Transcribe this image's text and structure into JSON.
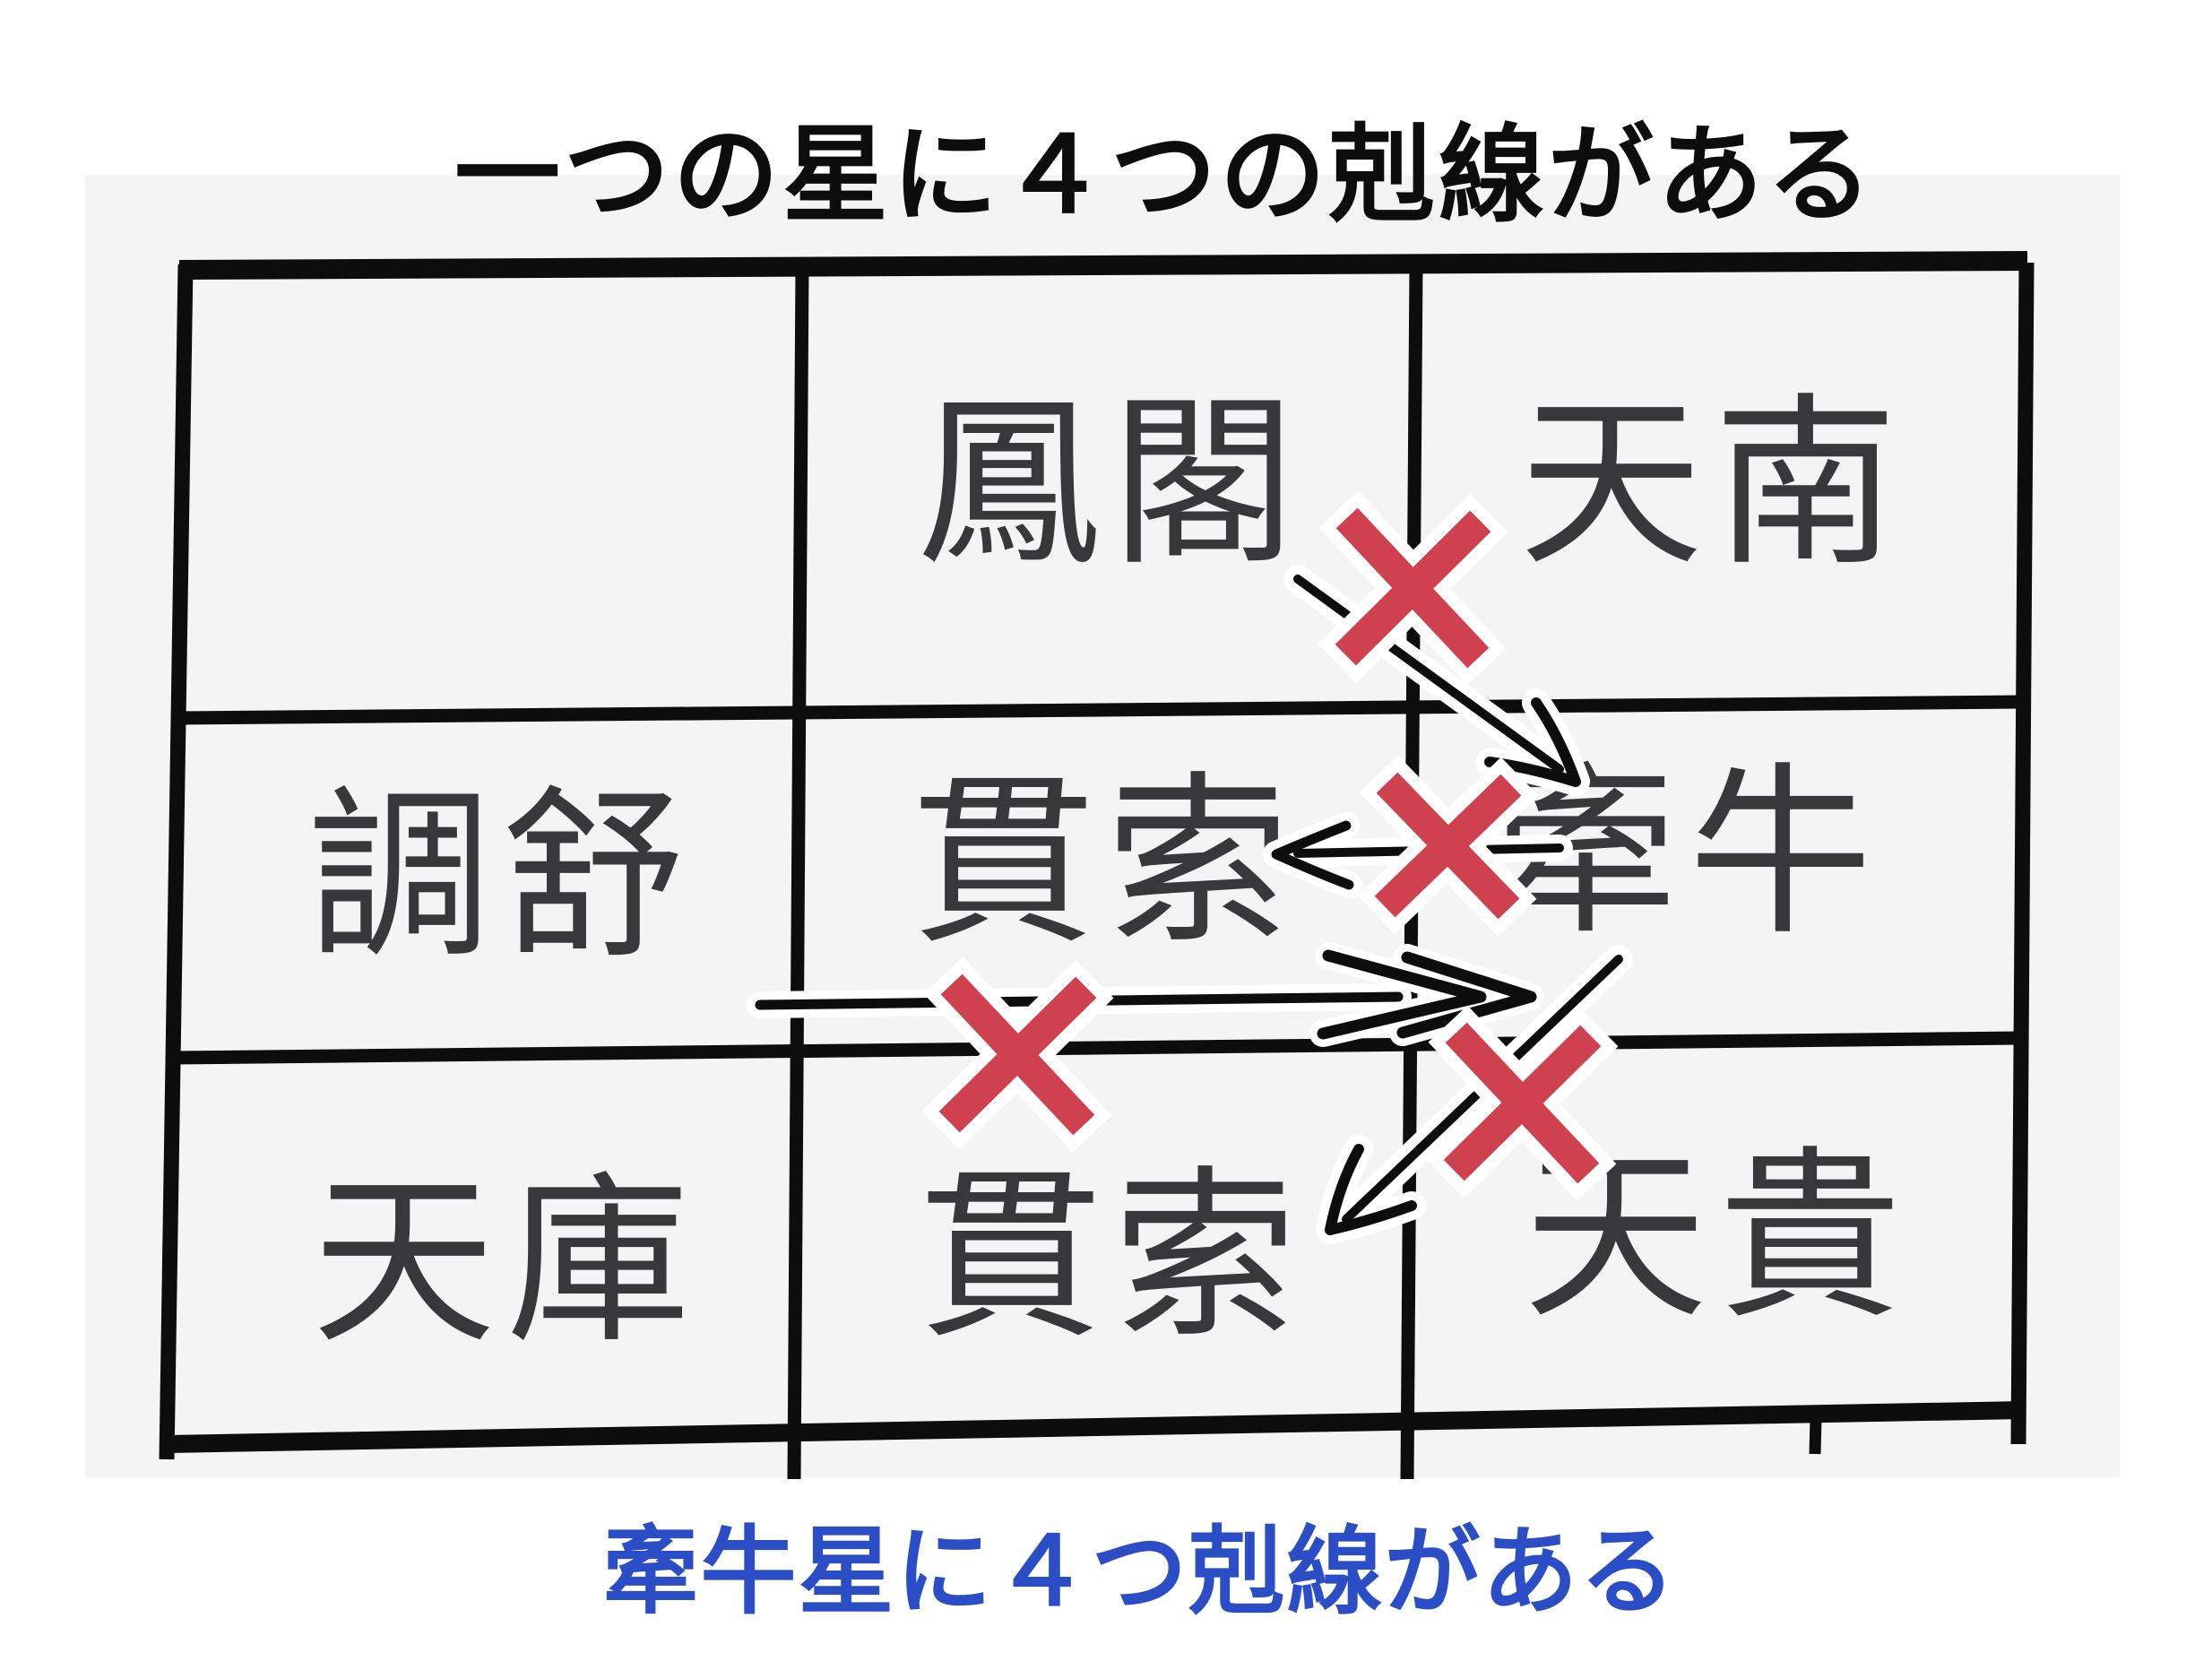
{
  "title": {
    "text": "一つの星に４つの剋線がある",
    "color": "#0d0d0d"
  },
  "caption": {
    "text": "牽牛星に４つ剋線がある",
    "color": "#2b4ec6"
  },
  "grid": {
    "rows": 3,
    "cols": 3,
    "line_color": "#0d0d0d",
    "background_color": "#f4f4f5",
    "text_color": "#38383a",
    "cells": [
      {
        "row": 1,
        "col": 1,
        "label": ""
      },
      {
        "row": 1,
        "col": 2,
        "label": "鳳閣"
      },
      {
        "row": 1,
        "col": 3,
        "label": "天南"
      },
      {
        "row": 2,
        "col": 1,
        "label": "調舒"
      },
      {
        "row": 2,
        "col": 2,
        "label": "貫索"
      },
      {
        "row": 2,
        "col": 3,
        "label": "牽牛"
      },
      {
        "row": 3,
        "col": 1,
        "label": "天庫"
      },
      {
        "row": 3,
        "col": 2,
        "label": "貫索"
      },
      {
        "row": 3,
        "col": 3,
        "label": "天貴"
      }
    ]
  },
  "annotations": {
    "x_mark_color": "#d0414f",
    "arrow_color": "#0d0d0d",
    "x_mark_count": 4,
    "arrows": [
      {
        "from": "鳳閣",
        "to": "牽牛",
        "direction": "diagonal-down-right",
        "crossed_out": true
      },
      {
        "from": "牽牛",
        "to": "貫索 (middle row)",
        "direction": "left",
        "crossed_out": true
      },
      {
        "from": "調舒 side",
        "to": "牽牛",
        "direction": "right",
        "crossed_out": true
      },
      {
        "from": "牽牛",
        "to": "貫索 (bottom row)",
        "direction": "diagonal-down-left",
        "crossed_out": true
      }
    ]
  }
}
